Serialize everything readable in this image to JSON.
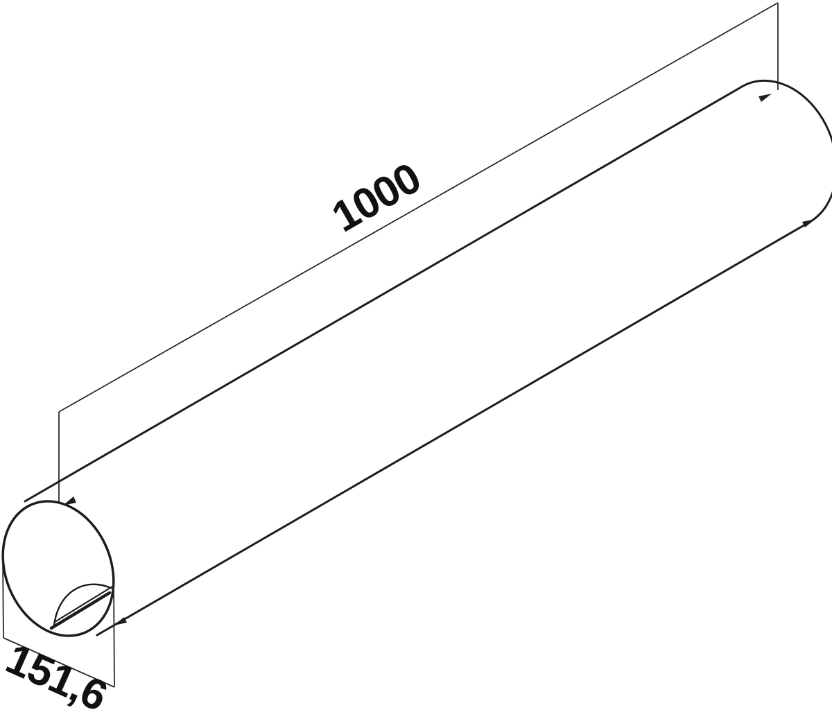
{
  "drawing": {
    "title": "round tube technical drawing",
    "length_dimension": {
      "value": "1000"
    },
    "diameter_dimension": {
      "value": "151,6"
    },
    "colors": {
      "background": "#ffffff",
      "line": "#1c1c1c",
      "text": "#111111"
    }
  }
}
